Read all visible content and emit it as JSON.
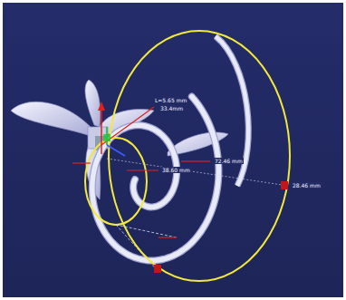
{
  "diagram": {
    "labels": [
      "L=5.65 mm",
      "33.4mm",
      "72.46 mm",
      "38.60 mm",
      "28.46 mm"
    ]
  }
}
